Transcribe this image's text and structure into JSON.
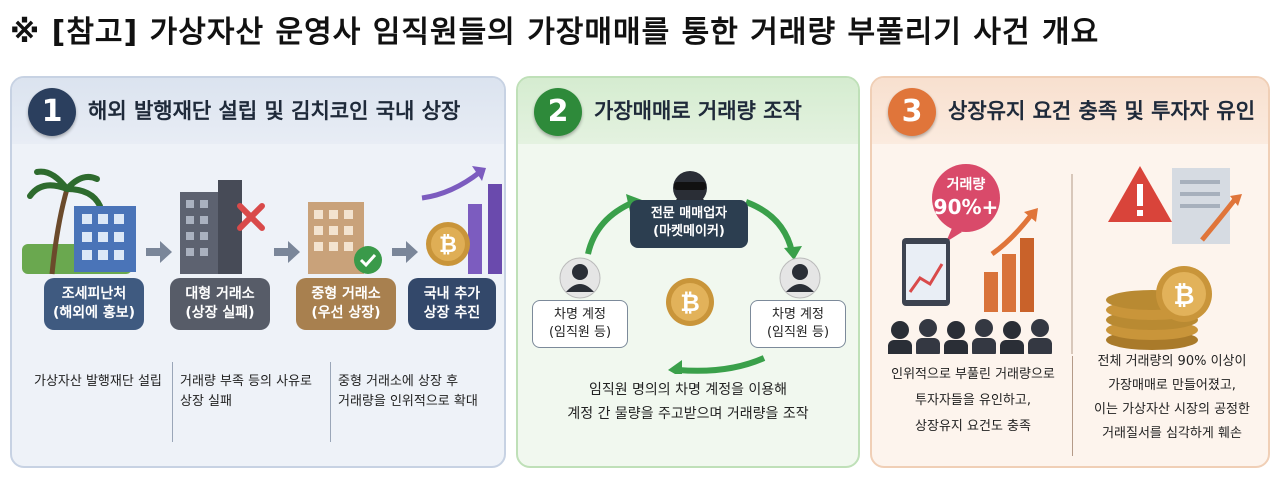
{
  "title": "※ [참고] 가상자산 운영사 임직원들의 가장매매를 통한 거래량 부풀리기 사건 개요",
  "panels": [
    {
      "number": "1",
      "heading": "해외 발행재단 설립 및 김치코인 국내 상장",
      "stages": [
        {
          "line1": "조세피난처",
          "line2": "(해외에 홍보)"
        },
        {
          "line1": "대형 거래소",
          "line2": "(상장 실패)"
        },
        {
          "line1": "중형 거래소",
          "line2": "(우선 상장)"
        },
        {
          "line1": "국내 추가",
          "line2": "상장 추진"
        }
      ],
      "descriptions": [
        {
          "line1": "가상자산 발행재단 설립",
          "line2": ""
        },
        {
          "line1": "거래량 부족 등의 사유로",
          "line2": "상장 실패"
        },
        {
          "line1": "중형 거래소에 상장 후",
          "line2": "거래량을 인위적으로 확대"
        }
      ]
    },
    {
      "number": "2",
      "heading": "가장매매로 거래량 조작",
      "center_line1": "전문 매매업자",
      "center_line2": "(마켓메이커)",
      "left_line1": "차명 계정",
      "left_line2": "(임직원 등)",
      "right_line1": "차명 계정",
      "right_line2": "(임직원 등)",
      "desc_line1": "임직원 명의의 차명 계정을 이용해",
      "desc_line2": "계정 간 물량을 주고받으며 거래량을 조작"
    },
    {
      "number": "3",
      "heading": "상장유지 요건 충족 및 투자자 유인",
      "bubble_line1": "거래량",
      "bubble_line2": "90%+",
      "left_desc": [
        "인위적으로 부풀린 거래량으로",
        "투자자들을 유인하고,",
        "상장유지 요건도 충족"
      ],
      "right_desc": [
        "전체 거래량의 90% 이상이",
        "가장매매로 만들어졌고,",
        "이는 가상자산 시장의 공정한",
        "거래질서를 심각하게 훼손"
      ]
    }
  ],
  "colors": {
    "panel1_accent": "#2b3f5e",
    "panel2_accent": "#2e8a3a",
    "panel3_accent": "#e0753a",
    "coin": "#c9953a"
  },
  "icons": [
    "palm-tree-icon",
    "building-icon",
    "cross-icon",
    "check-icon",
    "bitcoin-icon",
    "growth-arrow-icon",
    "hacker-icon",
    "person-icon",
    "cycle-arrow-icon",
    "warning-icon",
    "crowd-icon",
    "coin-stack-icon"
  ]
}
